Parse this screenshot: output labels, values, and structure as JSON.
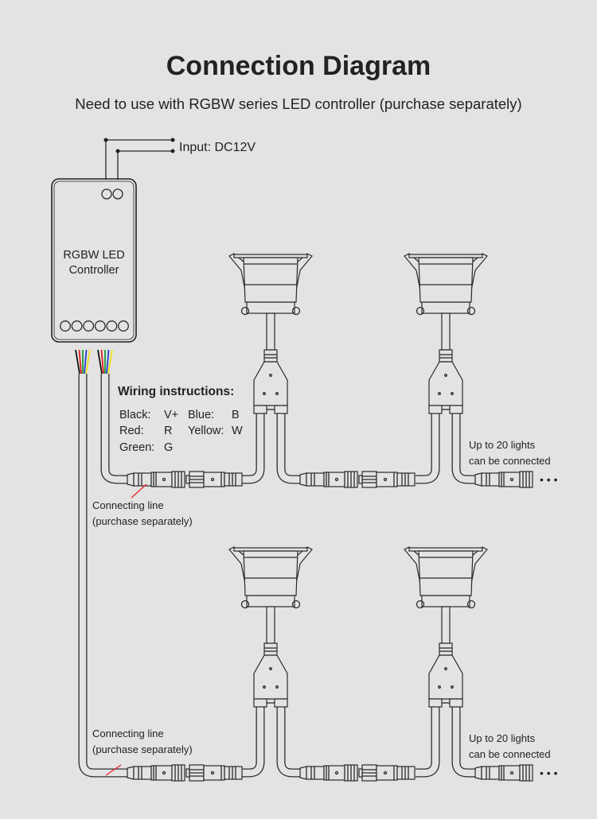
{
  "title": "Connection Diagram",
  "subtitle": "Need to use with RGBW series LED controller (purchase separately)",
  "input_label": "Input: DC12V",
  "controller": {
    "line1": "RGBW LED",
    "line2": "Controller"
  },
  "wiring": {
    "heading": "Wiring instructions:",
    "rows": [
      {
        "c1": "Black:",
        "v1": "V+",
        "c2": "Blue:",
        "v2": "B"
      },
      {
        "c1": "Red:",
        "v1": "R",
        "c2": "Yellow:",
        "v2": "W"
      },
      {
        "c1": "Green:",
        "v1": "G",
        "c2": "",
        "v2": ""
      }
    ]
  },
  "connecting_line": {
    "line1": "Connecting line",
    "line2": "(purchase separately)"
  },
  "max_lights": {
    "line1": "Up to 20 lights",
    "line2": "can be connected"
  },
  "continuation": "• • •",
  "wire_colors": [
    "#111111",
    "#e02020",
    "#1a9a3a",
    "#1f3fd0",
    "#f0e020"
  ],
  "pointer_color": "#e8202a"
}
